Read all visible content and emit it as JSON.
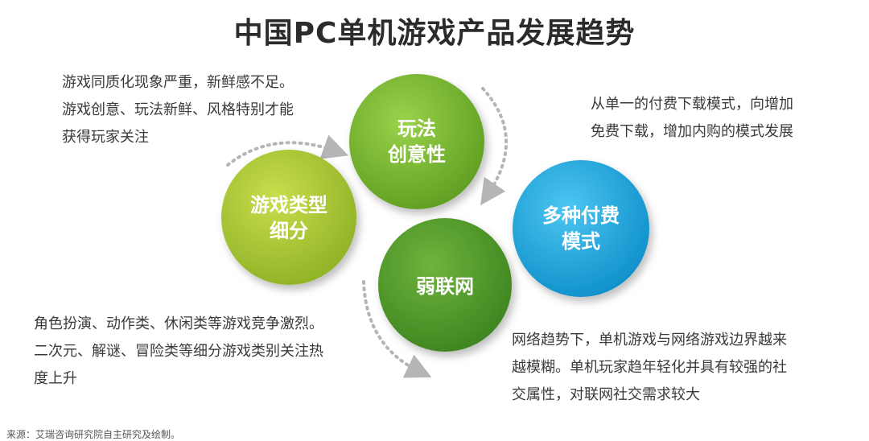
{
  "title": "中国PC单机游戏产品发展趋势",
  "circles": {
    "gameplay": {
      "line1": "玩法",
      "line2": "创意性",
      "color": "#78b72e"
    },
    "genre": {
      "line1": "游戏类型",
      "line2": "细分",
      "color": "#a9c52f"
    },
    "payment": {
      "line1": "多种付费",
      "line2": "模式",
      "color": "#1aa9e0"
    },
    "weaknet": {
      "line1": "弱联网",
      "color": "#4f9a2c"
    }
  },
  "descriptions": {
    "top_left": [
      "游戏同质化现象严重，新鲜感不足。",
      "游戏创意、玩法新鲜、风格特别才能",
      "获得玩家关注"
    ],
    "top_right": [
      "从单一的付费下载模式，向增加",
      "免费下载，增加内购的模式发展"
    ],
    "bottom_left": [
      "角色扮演、动作类、休闲类等游戏竞争激烈。",
      "二次元、解谜、冒险类等细分游戏类别关注热",
      "度上升"
    ],
    "bottom_right": [
      "网络趋势下，单机游戏与网络游戏边界越来",
      "越模糊。单机玩家趋年轻化并具有较强的社",
      "交属性，对联网社交需求较大"
    ]
  },
  "source": "来源：艾瑞咨询研究院自主研究及绘制。"
}
